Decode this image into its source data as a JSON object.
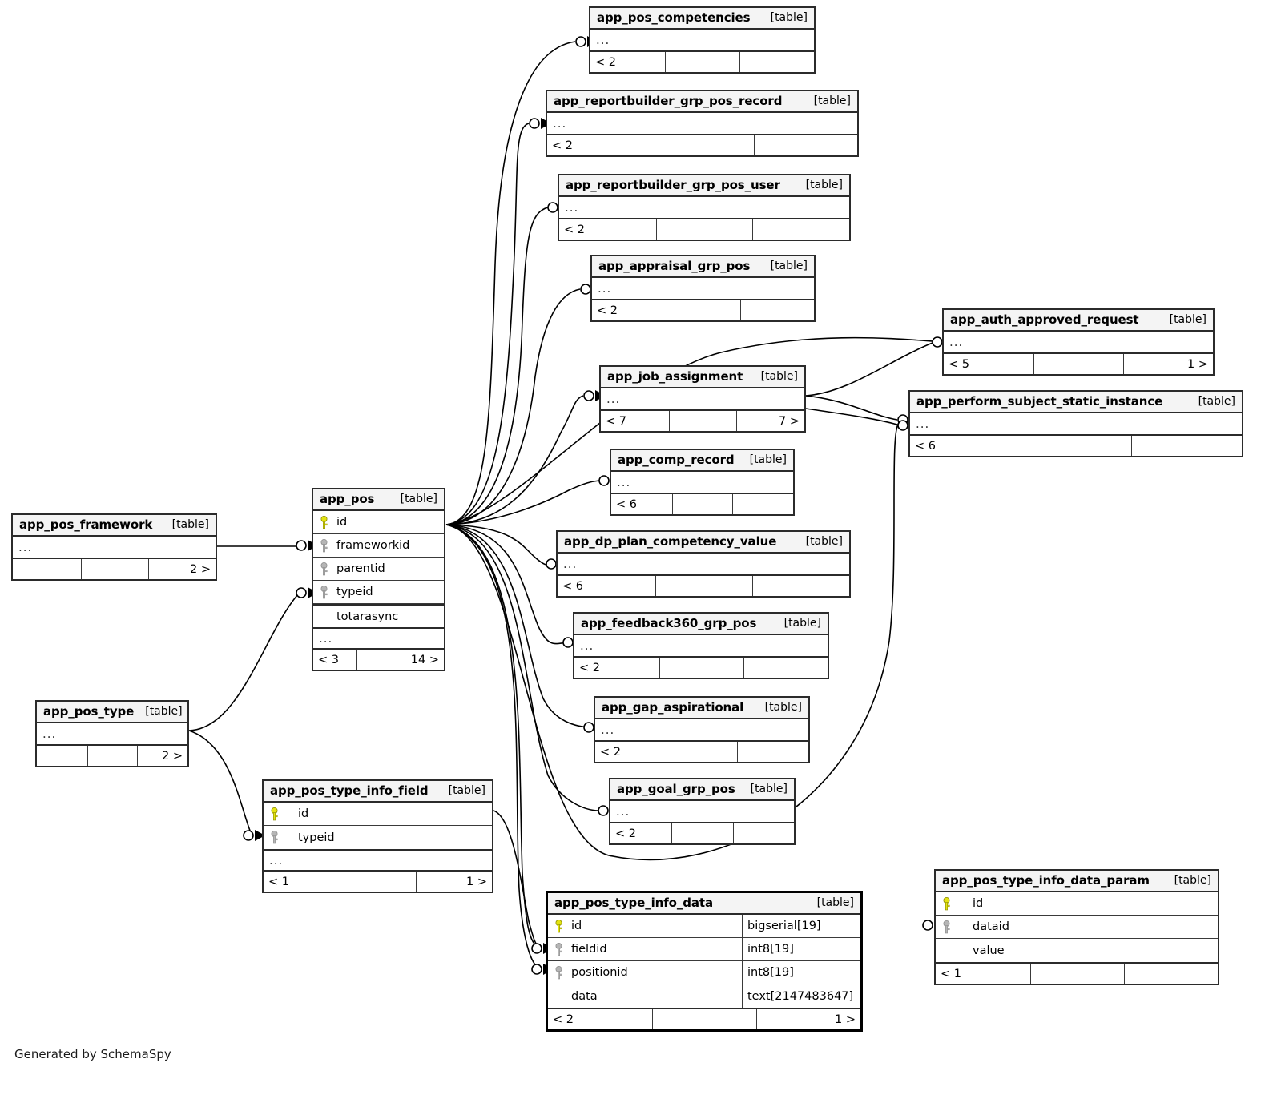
{
  "diagram": {
    "generator_credit": "Generated by SchemaSpy",
    "table_tag": "[table]",
    "ellipsis": "...",
    "key_colors": {
      "primary": "#e3e312",
      "foreign": "#b5b5b5"
    }
  },
  "tables": {
    "app_pos_competencies": {
      "name": "app_pos_competencies",
      "tag": "[table]",
      "ellipsis": "...",
      "footer": {
        "left": "< 2",
        "mid": "",
        "right": ""
      }
    },
    "app_reportbuilder_grp_pos_record": {
      "name": "app_reportbuilder_grp_pos_record",
      "tag": "[table]",
      "ellipsis": "...",
      "footer": {
        "left": "< 2",
        "mid": "",
        "right": ""
      }
    },
    "app_reportbuilder_grp_pos_user": {
      "name": "app_reportbuilder_grp_pos_user",
      "tag": "[table]",
      "ellipsis": "...",
      "footer": {
        "left": "< 2",
        "mid": "",
        "right": ""
      }
    },
    "app_appraisal_grp_pos": {
      "name": "app_appraisal_grp_pos",
      "tag": "[table]",
      "ellipsis": "...",
      "footer": {
        "left": "< 2",
        "mid": "",
        "right": ""
      }
    },
    "app_auth_approved_request": {
      "name": "app_auth_approved_request",
      "tag": "[table]",
      "ellipsis": "...",
      "footer": {
        "left": "< 5",
        "mid": "",
        "right": "1 >"
      }
    },
    "app_job_assignment": {
      "name": "app_job_assignment",
      "tag": "[table]",
      "ellipsis": "...",
      "footer": {
        "left": "< 7",
        "mid": "",
        "right": "7 >"
      }
    },
    "app_perform_subject_static_instance": {
      "name": "app_perform_subject_static_instance",
      "tag": "[table]",
      "ellipsis": "...",
      "footer": {
        "left": "< 6",
        "mid": "",
        "right": ""
      }
    },
    "app_comp_record": {
      "name": "app_comp_record",
      "tag": "[table]",
      "ellipsis": "...",
      "footer": {
        "left": "< 6",
        "mid": "",
        "right": ""
      }
    },
    "app_dp_plan_competency_value": {
      "name": "app_dp_plan_competency_value",
      "tag": "[table]",
      "ellipsis": "...",
      "footer": {
        "left": "< 6",
        "mid": "",
        "right": ""
      }
    },
    "app_feedback360_grp_pos": {
      "name": "app_feedback360_grp_pos",
      "tag": "[table]",
      "ellipsis": "...",
      "footer": {
        "left": "< 2",
        "mid": "",
        "right": ""
      }
    },
    "app_gap_aspirational": {
      "name": "app_gap_aspirational",
      "tag": "[table]",
      "ellipsis": "...",
      "footer": {
        "left": "< 2",
        "mid": "",
        "right": ""
      }
    },
    "app_goal_grp_pos": {
      "name": "app_goal_grp_pos",
      "tag": "[table]",
      "ellipsis": "...",
      "footer": {
        "left": "< 2",
        "mid": "",
        "right": ""
      }
    },
    "app_pos": {
      "name": "app_pos",
      "tag": "[table]",
      "ellipsis": "...",
      "columns": [
        {
          "name": "id",
          "key": "primary"
        },
        {
          "name": "frameworkid",
          "key": "foreign"
        },
        {
          "name": "parentid",
          "key": "foreign"
        },
        {
          "name": "typeid",
          "key": "foreign"
        },
        {
          "name": "totarasync",
          "key": "none"
        }
      ],
      "footer": {
        "left": "< 3",
        "mid": "",
        "right": "14 >"
      }
    },
    "app_pos_framework": {
      "name": "app_pos_framework",
      "tag": "[table]",
      "ellipsis": "...",
      "footer": {
        "left": "",
        "mid": "",
        "right": "2 >"
      }
    },
    "app_pos_type": {
      "name": "app_pos_type",
      "tag": "[table]",
      "ellipsis": "...",
      "footer": {
        "left": "",
        "mid": "",
        "right": "2 >"
      }
    },
    "app_pos_type_info_field": {
      "name": "app_pos_type_info_field",
      "tag": "[table]",
      "ellipsis": "...",
      "columns": [
        {
          "name": "id",
          "key": "primary"
        },
        {
          "name": "typeid",
          "key": "foreign"
        }
      ],
      "footer": {
        "left": "< 1",
        "mid": "",
        "right": "1 >"
      }
    },
    "app_pos_type_info_data": {
      "name": "app_pos_type_info_data",
      "tag": "[table]",
      "ellipsis": "",
      "columns": [
        {
          "name": "id",
          "key": "primary",
          "type": "bigserial[19]"
        },
        {
          "name": "fieldid",
          "key": "foreign",
          "type": "int8[19]"
        },
        {
          "name": "positionid",
          "key": "foreign",
          "type": "int8[19]"
        },
        {
          "name": "data",
          "key": "none",
          "type": "text[2147483647]"
        }
      ],
      "footer": {
        "left": "< 2",
        "mid": "",
        "right": "1 >"
      }
    },
    "app_pos_type_info_data_param": {
      "name": "app_pos_type_info_data_param",
      "tag": "[table]",
      "ellipsis": "",
      "columns": [
        {
          "name": "id",
          "key": "primary"
        },
        {
          "name": "dataid",
          "key": "foreign"
        },
        {
          "name": "value",
          "key": "none"
        }
      ],
      "footer": {
        "left": "< 1",
        "mid": "",
        "right": ""
      }
    }
  }
}
